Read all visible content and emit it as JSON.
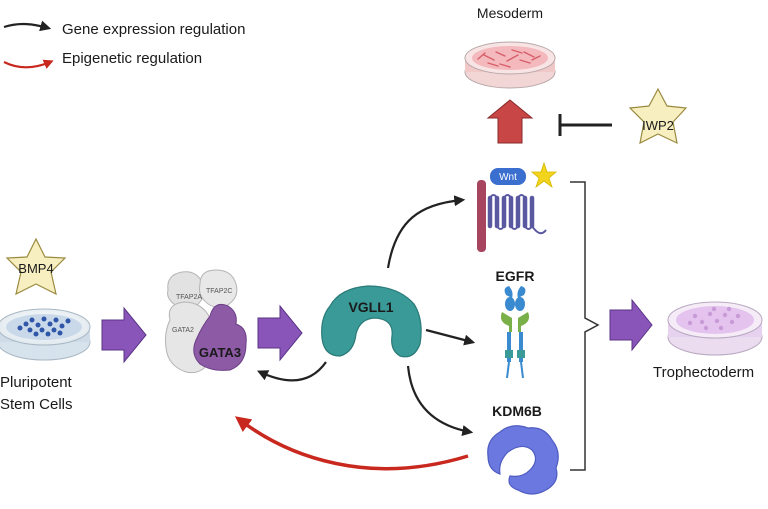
{
  "legend": {
    "gene_expression": "Gene expression regulation",
    "epigenetic": "Epigenetic regulation"
  },
  "nodes": {
    "mesoderm": "Mesoderm",
    "iwp2": "IWP2",
    "wnt": "Wnt",
    "egfr": "EGFR",
    "kdm6b": "KDM6B",
    "bmp4": "BMP4",
    "psc_line1": "Pluripotent",
    "psc_line2": "Stem Cells",
    "tfap2a": "TFAP2A",
    "tfap2c": "TFAP2C",
    "gata2": "GATA2",
    "gata3": "GATA3",
    "vgll1": "VGLL1",
    "trophectoderm": "Trophectoderm"
  },
  "colors": {
    "black_arrow": "#222222",
    "red_arrow": "#c8281e",
    "purple_arrow": "#8a55b8",
    "red_block_arrow": "#c84646",
    "star_fill": "#f7efc0",
    "star_stroke": "#9a8a40",
    "teal": "#3a9a98",
    "gata3": "#8d5aa6",
    "kdm6b": "#6a78e0",
    "wnt_receptor": "#5a58a0",
    "egfr_blue": "#3a8ad0",
    "egfr_green": "#7ab04a"
  }
}
